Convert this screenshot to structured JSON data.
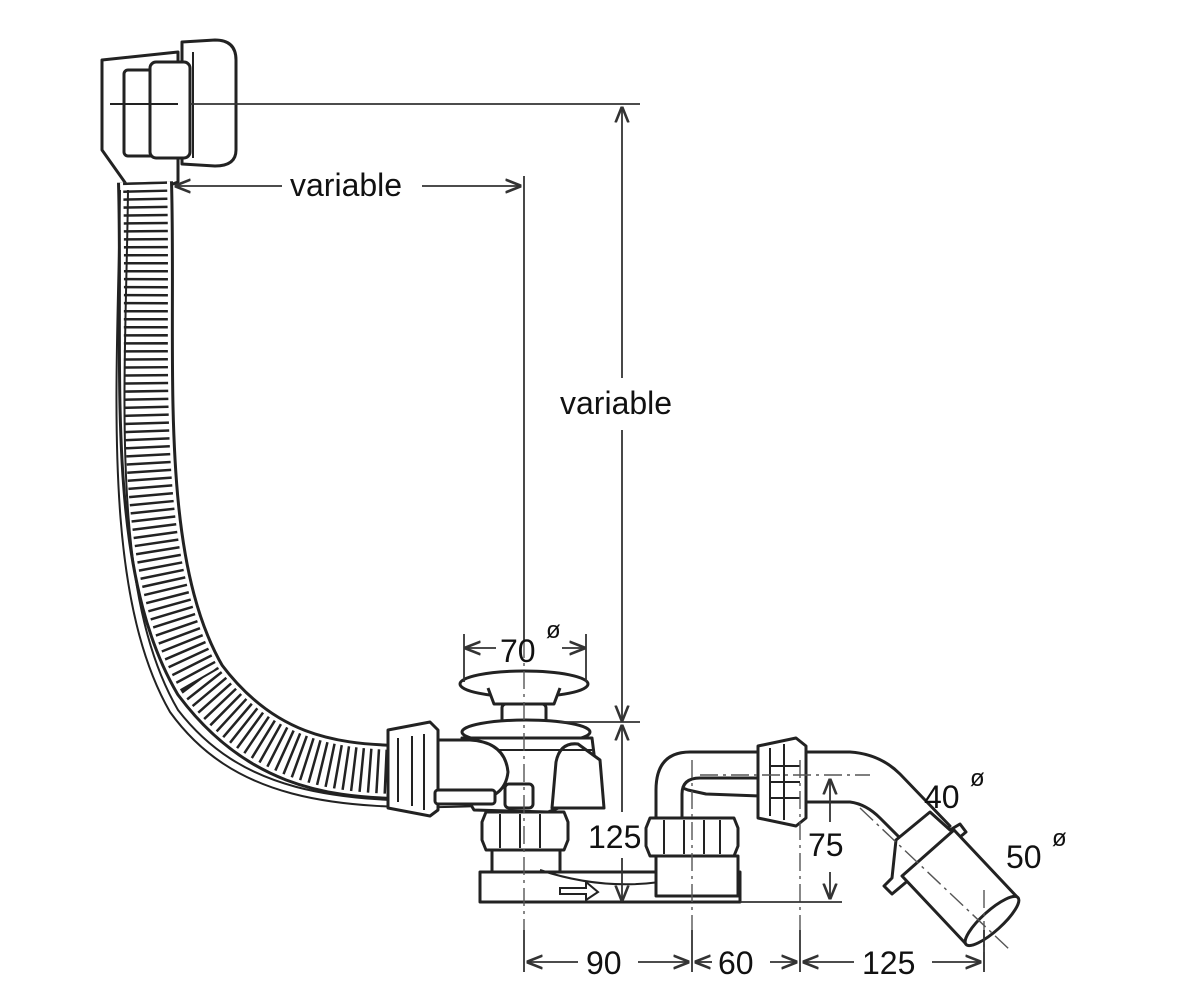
{
  "dimensions": {
    "horizontal_variable": "variable",
    "vertical_variable": "variable",
    "plug_diameter": "70",
    "height_overflow": "125",
    "outlet_height": "75",
    "spacing_1": "90",
    "spacing_2": "60",
    "spacing_3": "125",
    "pipe_40": "40",
    "pipe_50": "50",
    "diameter_symbol": "ø"
  }
}
